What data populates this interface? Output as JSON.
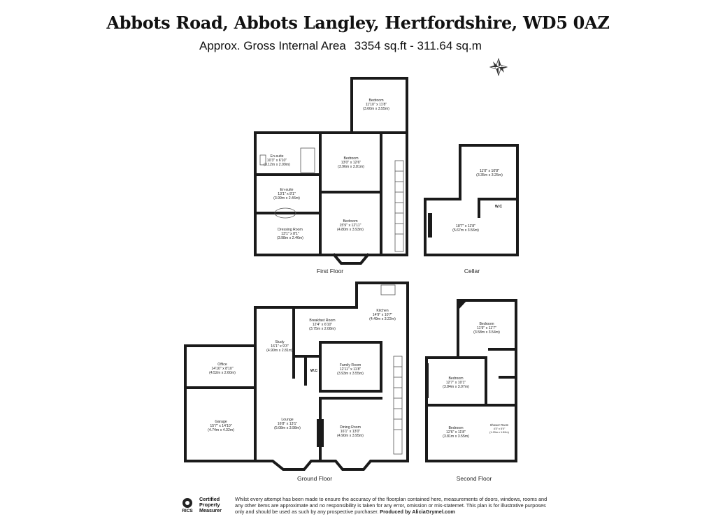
{
  "header": {
    "address": "Abbots Road, Abbots Langley, Hertfordshire, WD5 0AZ",
    "area_label": "Approx. Gross Internal Area",
    "area_sqft": "3354 sq.ft - 311.64 sq.m"
  },
  "compass": {
    "icon": "compass-rose-icon"
  },
  "floors": {
    "first": "First Floor",
    "cellar": "Cellar",
    "ground": "Ground Floor",
    "second": "Second Floor"
  },
  "rooms": {
    "ff_bedroom_top": {
      "name": "Bedroom",
      "imperial": "11'10\" x 11'8\"",
      "metric": "(3.60m x 3.55m)"
    },
    "ff_ensuite1": {
      "name": "En-suite",
      "imperial": "10'3\" x 6'10\"",
      "metric": "(3.12m x 2.09m)"
    },
    "ff_bedroom_mid": {
      "name": "Bedroom",
      "imperial": "13'0\" x 12'6\"",
      "metric": "(3.96m x 3.81m)"
    },
    "ff_ensuite2": {
      "name": "En-suite",
      "imperial": "13'1\" x 8'1\"",
      "metric": "(3.99m x 2.46m)"
    },
    "ff_bedroom_main": {
      "name": "Bedroom",
      "imperial": "15'9\" x 12'11\"",
      "metric": "(4.80m x 3.93m)"
    },
    "ff_dressing": {
      "name": "Dressing Room",
      "imperial": "13'1\" x 8'1\"",
      "metric": "(3.98m x 2.46m)"
    },
    "cellar_a": {
      "imperial": "11'0\" x 10'8\"",
      "metric": "(3.35m x 3.25m)"
    },
    "cellar_wc": {
      "name": "W.C"
    },
    "cellar_b": {
      "imperial": "18'7\" x 11'8\"",
      "metric": "(5.67m x 3.56m)"
    },
    "gf_kitchen": {
      "name": "Kitchen",
      "imperial": "14'9\" x 10'7\"",
      "metric": "(4.49m x 3.22m)"
    },
    "gf_breakfast": {
      "name": "Breakfast Room",
      "imperial": "12'4\" x 6'10\"",
      "metric": "(3.75m x 2.08m)"
    },
    "gf_study": {
      "name": "Study",
      "imperial": "16'1\" x 9'3\"",
      "metric": "(4.90m x 2.81m)"
    },
    "gf_office": {
      "name": "Office",
      "imperial": "14'10\" x 8'10\"",
      "metric": "(4.52m x 2.60m)"
    },
    "gf_wc": {
      "name": "W.C"
    },
    "gf_family": {
      "name": "Family Room",
      "imperial": "12'11\" x 11'8\"",
      "metric": "(3.93m x 3.55m)"
    },
    "gf_garage": {
      "name": "Garage",
      "imperial": "15'7\" x 14'10\"",
      "metric": "(4.74m x 4.32m)"
    },
    "gf_lounge": {
      "name": "Lounge",
      "imperial": "16'8\" x 13'1\"",
      "metric": "(5.08m x 3.98m)"
    },
    "gf_dining": {
      "name": "Dining Room",
      "imperial": "16'1\" x 13'0\"",
      "metric": "(4.90m x 3.95m)"
    },
    "sf_bedroom_top": {
      "name": "Bedroom",
      "imperial": "11'9\" x 11'7\"",
      "metric": "(3.58m x 3.54m)"
    },
    "sf_bedroom_mid": {
      "name": "Bedroom",
      "imperial": "12'7\" x 10'1\"",
      "metric": "(3.84m x 3.07m)"
    },
    "sf_bedroom_low": {
      "name": "Bedroom",
      "imperial": "12'6\" x 11'8\"",
      "metric": "(3.81m x 3.55m)"
    },
    "sf_shower": {
      "name": "Shower Room",
      "imperial": "4'3\" x 5'0\"",
      "metric": "(1.29m x 1.52m)"
    }
  },
  "badge": {
    "org": "RICS",
    "line1": "Certified",
    "line2": "Property",
    "line3": "Measurer"
  },
  "disclaimer": {
    "text": "Whilst every attempt has been made to ensure the accuracy of the floorplan contained here, measurements of doors, windows, rooms and any other items are approximate and no responsibility is taken for any error, omission or mis-statemet. This plan is for illustrative purposes only and should be used as such by any prospective purchaser.",
    "producer": "Produced by AliciaGrymel.com"
  }
}
